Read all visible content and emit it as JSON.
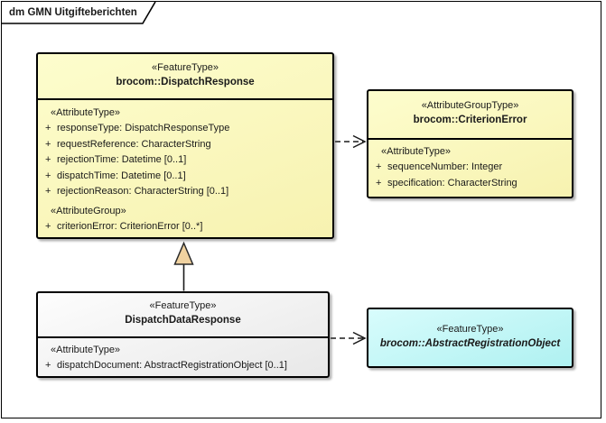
{
  "frame": {
    "title": "dm GMN Uitgifteberichten"
  },
  "symbols": {
    "plus": "+"
  },
  "boxes": {
    "dispatch_response": {
      "stereotype": "«FeatureType»",
      "name": "brocom::DispatchResponse",
      "attr_section_stereotype": "«AttributeType»",
      "attributes": [
        "responseType: DispatchResponseType",
        "requestReference: CharacterString",
        "rejectionTime: Datetime [0..1]",
        "dispatchTime: Datetime [0..1]",
        "rejectionReason: CharacterString [0..1]"
      ],
      "group_section_stereotype": "«AttributeGroup»",
      "group_attributes": [
        "criterionError: CriterionError [0..*]"
      ]
    },
    "criterion_error": {
      "stereotype": "«AttributeGroupType»",
      "name": "brocom::CriterionError",
      "attr_section_stereotype": "«AttributeType»",
      "attributes": [
        "sequenceNumber: Integer",
        "specification: CharacterString"
      ]
    },
    "dispatch_data_response": {
      "stereotype": "«FeatureType»",
      "name": "DispatchDataResponse",
      "attr_section_stereotype": "«AttributeType»",
      "attributes": [
        "dispatchDocument: AbstractRegistrationObject [0..1]"
      ]
    },
    "abstract_registration_object": {
      "stereotype": "«FeatureType»",
      "name": "brocom::AbstractRegistrationObject"
    }
  },
  "colors": {
    "yellow_top": "#fdfdcd",
    "yellow_bottom": "#f7f2b0",
    "cyan_top": "#d8fcfc",
    "cyan_bottom": "#aff1f1",
    "gray_top": "#fdfdfd",
    "gray_bottom": "#e8e8e8",
    "triangle_fill": "#f0d2a0",
    "line_color": "#1a1a1a",
    "text_color": "#1a1a1a"
  }
}
